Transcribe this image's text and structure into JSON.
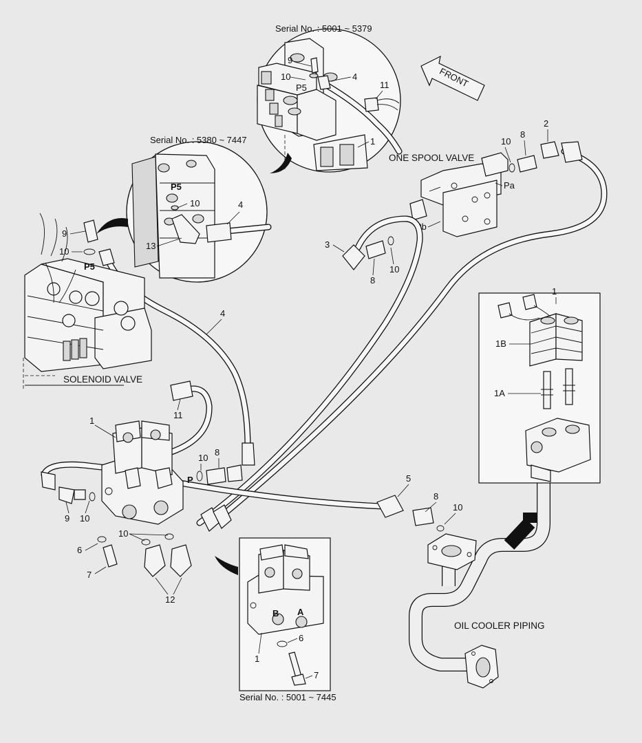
{
  "title": "Parts diagram — solenoid valve, one spool valve and oil cooler piping",
  "direction_label": "FRONT",
  "captions": {
    "serial_top": "Serial No. : 5001 ~ 5379",
    "serial_mid": "Serial No. : 5380 ~ 7447",
    "serial_bottom": "Serial No. : 5001 ~ 7445",
    "one_spool_valve": "ONE SPOOL VALVE",
    "solenoid_valve": "SOLENOID VALVE",
    "oil_cooler_piping": "OIL COOLER PIPING"
  },
  "port_labels": {
    "p5_main": "P5",
    "p5_mid": "P5",
    "p5_top": "P5",
    "pa": "Pa",
    "pb": "Pb",
    "p": "P",
    "a": "A",
    "b": "B"
  },
  "callouts": {
    "top_9": "9",
    "top_10": "10",
    "top_4": "4",
    "top_11": "11",
    "top_1": "1",
    "mid_10": "10",
    "mid_4": "4",
    "mid_13": "13",
    "sv_9": "9",
    "sv_10": "10",
    "hose_4": "4",
    "hose_11": "11",
    "sp_10": "10",
    "sp_8": "8",
    "sp_2": "2",
    "c3": "3",
    "c8b": "8",
    "c10b": "10",
    "inset_1": "1",
    "inset_1b": "1B",
    "inset_1a": "1A",
    "valve_1": "1",
    "valve_10p": "10",
    "valve_8p": "8",
    "c9b": "9",
    "c10c": "10",
    "c10d": "10",
    "c6": "6",
    "c7": "7",
    "c12": "12",
    "c5": "5",
    "c8c": "8",
    "c10e": "10",
    "bot_6": "6",
    "bot_1": "1",
    "bot_7": "7"
  }
}
